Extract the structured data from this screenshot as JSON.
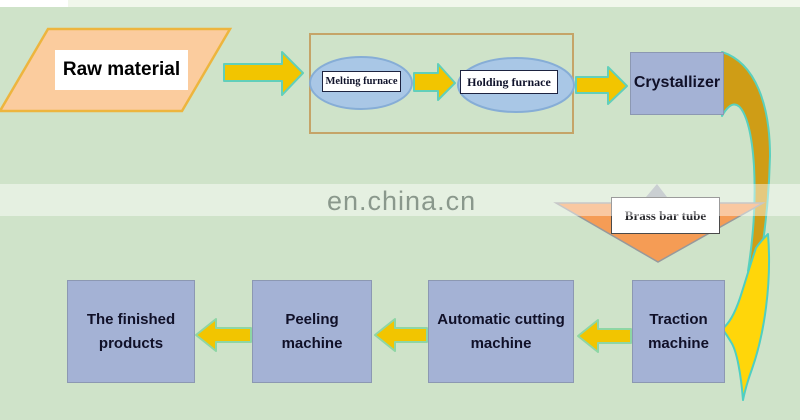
{
  "watermark": {
    "text": "en.china.cn"
  },
  "nodes": {
    "raw_material": {
      "label": "Raw material"
    },
    "melting_furnace": {
      "label": "Melting furnace"
    },
    "holding_furnace": {
      "label": "Holding furnace"
    },
    "crystallizer": {
      "label": "Crystallizer"
    },
    "brass_bar_tube": {
      "label": "Brass bar tube"
    },
    "traction_machine": {
      "line1": "Traction",
      "line2": "machine"
    },
    "automatic_cutting_machine": {
      "line1": "Automatic cutting",
      "line2": "machine"
    },
    "peeling_machine": {
      "line1": "Peeling",
      "line2": "machine"
    },
    "finished_products": {
      "line1": "The finished",
      "line2": "products"
    }
  },
  "flow_order": [
    "Raw material",
    "Melting furnace",
    "Holding furnace",
    "Crystallizer",
    "Brass bar tube",
    "Traction machine",
    "Automatic cutting machine",
    "Peeling machine",
    "The finished products"
  ],
  "colors": {
    "background": "#cfe3c9",
    "watermark_band": "rgba(255,255,255,0.45)",
    "watermark_text": "#8a988c",
    "parallelogram_fill": "#fbcc9e",
    "parallelogram_border": "#edb53e",
    "ellipse_fill": "#a9c7e6",
    "ellipse_border": "#86add6",
    "node_box_fill": "#a4b2d5",
    "node_box_border": "#8c98b2",
    "arrow_fill": "#f2c500",
    "arrow_outline_teal": "#62cfba",
    "arrow_outline_green": "#8ed6a4",
    "triangle_fill": "#f59c55",
    "swoosh_dark_gold": "#cf9d16",
    "swoosh_bright_yellow": "#ffd60a",
    "frame_border": "#c5a468"
  }
}
